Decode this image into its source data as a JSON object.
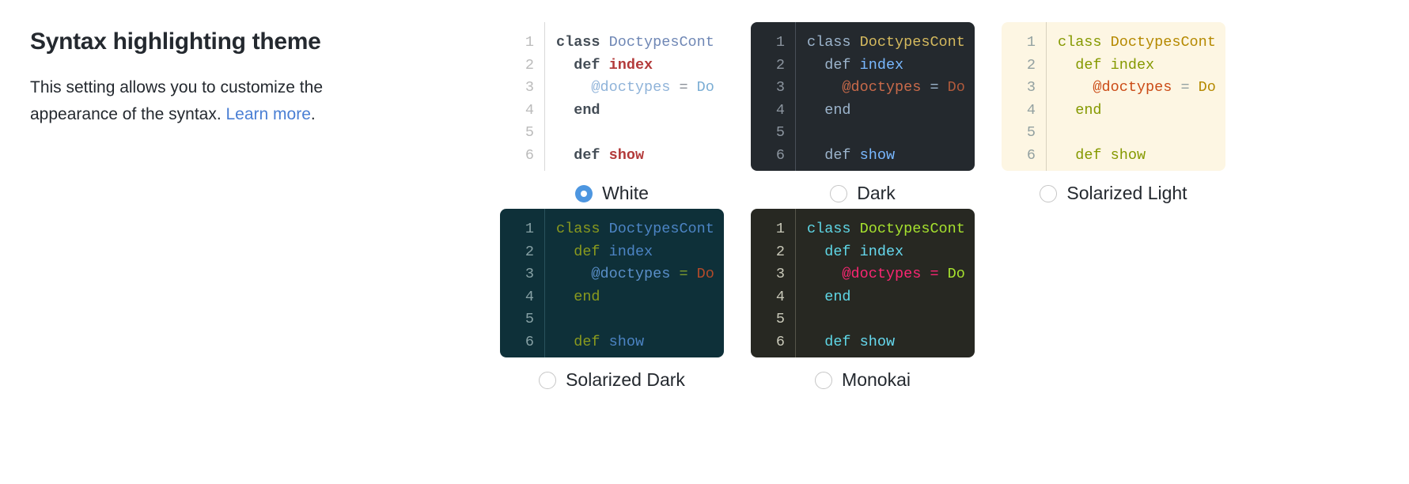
{
  "header": {
    "title": "Syntax highlighting theme",
    "description_prefix": "This setting allows you to customize the appearance of the syntax. ",
    "link_label": "Learn more",
    "description_suffix": "."
  },
  "colors": {
    "accent": "#4d96e0",
    "link": "#4a7fd4",
    "text": "#24292f"
  },
  "code_preview": {
    "line_numbers": [
      "1",
      "2",
      "3",
      "4",
      "5",
      "6"
    ],
    "lines": [
      {
        "indent": "",
        "kw": "class",
        "sp1": " ",
        "cls": "DoctypesCont",
        "fn": "",
        "ivar": "",
        "op": "",
        "mod": ""
      },
      {
        "indent": "  ",
        "kw": "def",
        "sp1": " ",
        "cls": "",
        "fn": "index",
        "ivar": "",
        "op": "",
        "mod": ""
      },
      {
        "indent": "    ",
        "kw": "",
        "sp1": "",
        "cls": "",
        "fn": "",
        "ivar": "@doctypes",
        "op": " = ",
        "mod": "Do"
      },
      {
        "indent": "  ",
        "kw": "end",
        "sp1": "",
        "cls": "",
        "fn": "",
        "ivar": "",
        "op": "",
        "mod": ""
      },
      {
        "indent": "",
        "kw": "",
        "sp1": "",
        "cls": "",
        "fn": "",
        "ivar": "",
        "op": "",
        "mod": ""
      },
      {
        "indent": "  ",
        "kw": "def",
        "sp1": " ",
        "cls": "",
        "fn": "show",
        "ivar": "",
        "op": "",
        "mod": ""
      }
    ]
  },
  "themes": [
    {
      "id": "white",
      "label": "White",
      "selected": true,
      "css": "t-white"
    },
    {
      "id": "dark",
      "label": "Dark",
      "selected": false,
      "css": "t-dark"
    },
    {
      "id": "sollight",
      "label": "Solarized Light",
      "selected": false,
      "css": "t-sollight"
    },
    {
      "id": "soldark",
      "label": "Solarized Dark",
      "selected": false,
      "css": "t-soldark"
    },
    {
      "id": "monokai",
      "label": "Monokai",
      "selected": false,
      "css": "t-monokai"
    }
  ]
}
